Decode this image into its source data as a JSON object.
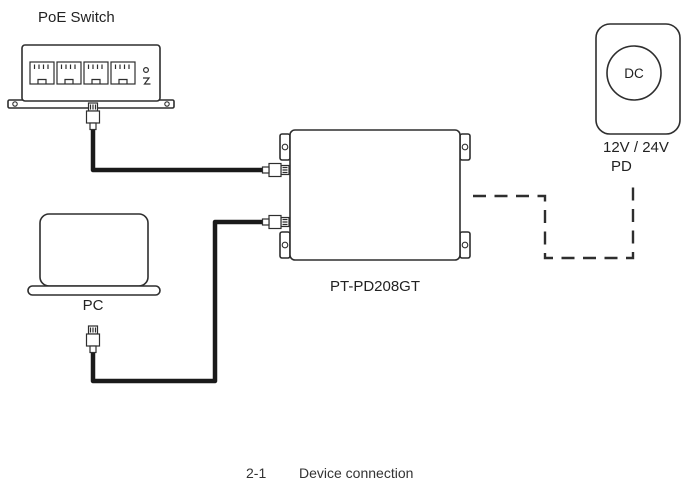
{
  "diagram": {
    "poe_switch": {
      "label": "PoE Switch"
    },
    "pc": {
      "label": "PC"
    },
    "poe_splitter": {
      "label": "PT-PD208GT"
    },
    "dc_power": {
      "plug_label": "DC",
      "voltage_label": "12V / 24V",
      "pd_label": "PD"
    },
    "caption": {
      "index": "2-1",
      "title": "Device connection"
    },
    "connections": [
      {
        "from": "PoE Switch",
        "to": "PT-PD208GT",
        "style": "solid",
        "medium": "ethernet-cable"
      },
      {
        "from": "PC",
        "to": "PT-PD208GT",
        "style": "solid",
        "medium": "ethernet-cable"
      },
      {
        "from": "PT-PD208GT",
        "to": "DC 12V / 24V PD",
        "style": "dashed",
        "medium": "dc-power"
      }
    ]
  },
  "colors": {
    "background": "#ffffff",
    "outline": "#2e2e2e",
    "cable": "#1a1a1a",
    "text": "#222222"
  }
}
